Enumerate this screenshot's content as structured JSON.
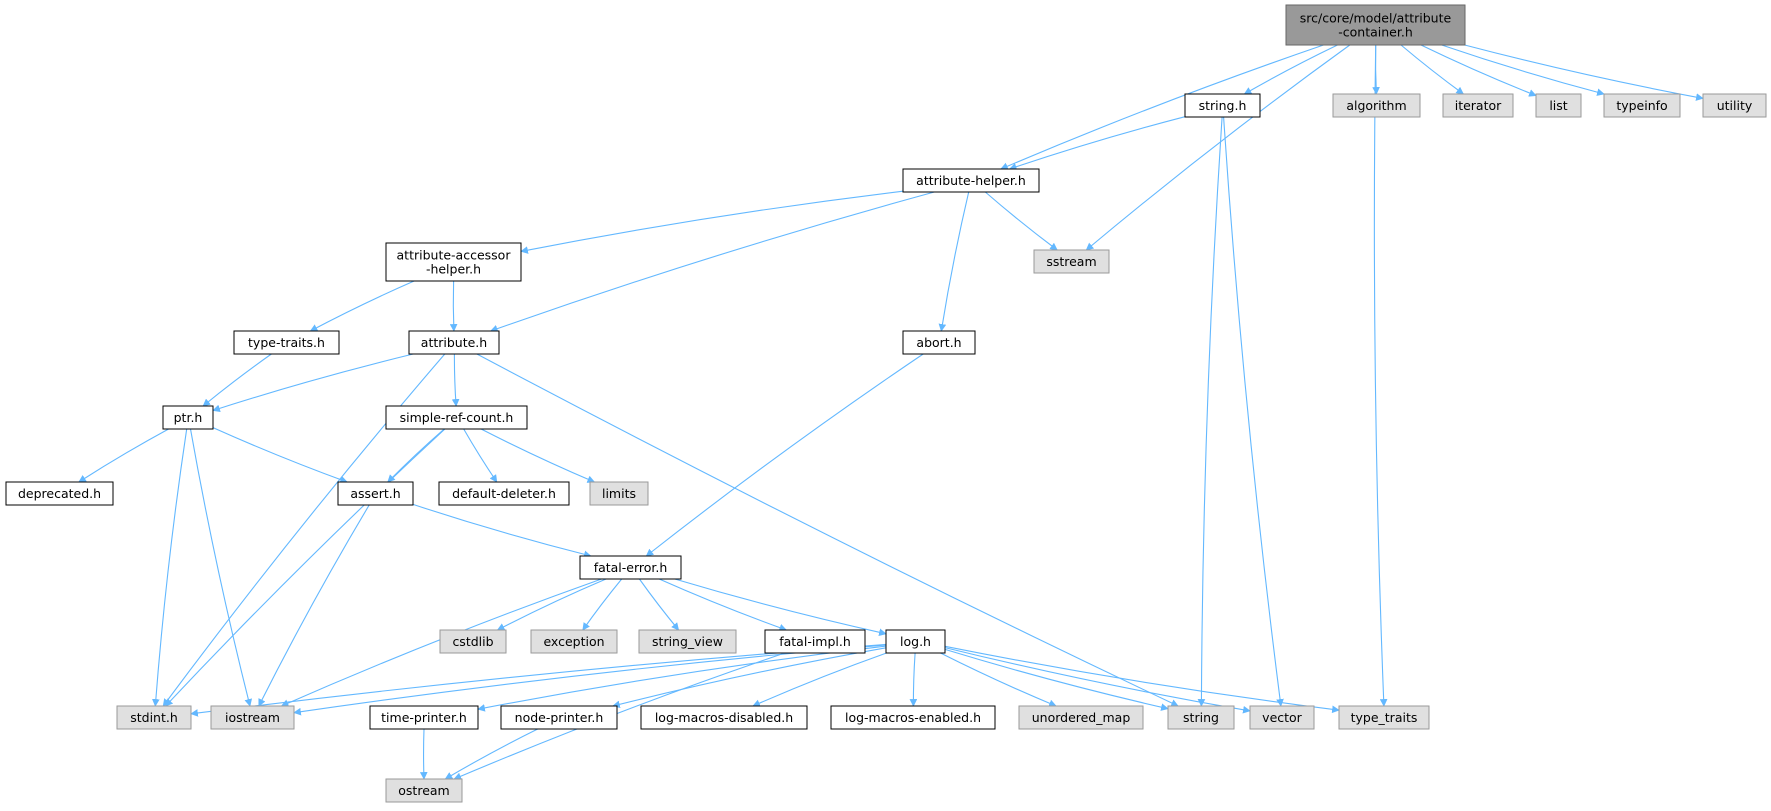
{
  "title": "",
  "colors": {
    "edge": "#63b8ff",
    "root_fill": "#999999",
    "root_stroke": "#666666",
    "file_fill": "#ffffff",
    "file_stroke": "#000000",
    "system_fill": "#e0e0e0",
    "system_stroke": "#999999"
  },
  "nodes": [
    {
      "id": "attribute-container",
      "lines": [
        "src/core/model/attribute",
        "-container.h"
      ],
      "kind": "root"
    },
    {
      "id": "string-h",
      "lines": [
        "string.h"
      ],
      "kind": "file"
    },
    {
      "id": "algorithm",
      "lines": [
        "algorithm"
      ],
      "kind": "system"
    },
    {
      "id": "iterator",
      "lines": [
        "iterator"
      ],
      "kind": "system"
    },
    {
      "id": "list",
      "lines": [
        "list"
      ],
      "kind": "system"
    },
    {
      "id": "typeinfo",
      "lines": [
        "typeinfo"
      ],
      "kind": "system"
    },
    {
      "id": "utility",
      "lines": [
        "utility"
      ],
      "kind": "system"
    },
    {
      "id": "attribute-helper",
      "lines": [
        "attribute-helper.h"
      ],
      "kind": "file"
    },
    {
      "id": "sstream",
      "lines": [
        "sstream"
      ],
      "kind": "system"
    },
    {
      "id": "attribute-accessor-helper",
      "lines": [
        "attribute-accessor",
        "-helper.h"
      ],
      "kind": "file"
    },
    {
      "id": "type-traits-h",
      "lines": [
        "type-traits.h"
      ],
      "kind": "file"
    },
    {
      "id": "attribute-h",
      "lines": [
        "attribute.h"
      ],
      "kind": "file"
    },
    {
      "id": "abort-h",
      "lines": [
        "abort.h"
      ],
      "kind": "file"
    },
    {
      "id": "ptr-h",
      "lines": [
        "ptr.h"
      ],
      "kind": "file"
    },
    {
      "id": "simple-ref-count",
      "lines": [
        "simple-ref-count.h"
      ],
      "kind": "file"
    },
    {
      "id": "deprecated-h",
      "lines": [
        "deprecated.h"
      ],
      "kind": "file"
    },
    {
      "id": "assert-h",
      "lines": [
        "assert.h"
      ],
      "kind": "file"
    },
    {
      "id": "default-deleter",
      "lines": [
        "default-deleter.h"
      ],
      "kind": "file"
    },
    {
      "id": "limits",
      "lines": [
        "limits"
      ],
      "kind": "system"
    },
    {
      "id": "fatal-error",
      "lines": [
        "fatal-error.h"
      ],
      "kind": "file"
    },
    {
      "id": "cstdlib",
      "lines": [
        "cstdlib"
      ],
      "kind": "system"
    },
    {
      "id": "exception",
      "lines": [
        "exception"
      ],
      "kind": "system"
    },
    {
      "id": "string_view",
      "lines": [
        "string_view"
      ],
      "kind": "system"
    },
    {
      "id": "fatal-impl",
      "lines": [
        "fatal-impl.h"
      ],
      "kind": "file"
    },
    {
      "id": "log-h",
      "lines": [
        "log.h"
      ],
      "kind": "file"
    },
    {
      "id": "stdint-h",
      "lines": [
        "stdint.h"
      ],
      "kind": "system"
    },
    {
      "id": "iostream",
      "lines": [
        "iostream"
      ],
      "kind": "system"
    },
    {
      "id": "time-printer",
      "lines": [
        "time-printer.h"
      ],
      "kind": "file"
    },
    {
      "id": "node-printer",
      "lines": [
        "node-printer.h"
      ],
      "kind": "file"
    },
    {
      "id": "log-macros-disabled",
      "lines": [
        "log-macros-disabled.h"
      ],
      "kind": "file"
    },
    {
      "id": "log-macros-enabled",
      "lines": [
        "log-macros-enabled.h"
      ],
      "kind": "file"
    },
    {
      "id": "unordered_map",
      "lines": [
        "unordered_map"
      ],
      "kind": "system"
    },
    {
      "id": "string",
      "lines": [
        "string"
      ],
      "kind": "system"
    },
    {
      "id": "vector",
      "lines": [
        "vector"
      ],
      "kind": "system"
    },
    {
      "id": "type_traits",
      "lines": [
        "type_traits"
      ],
      "kind": "system"
    },
    {
      "id": "ostream",
      "lines": [
        "ostream"
      ],
      "kind": "system"
    }
  ],
  "edges": [
    [
      "attribute-container",
      "attribute-helper"
    ],
    [
      "attribute-container",
      "sstream"
    ],
    [
      "attribute-container",
      "string-h"
    ],
    [
      "attribute-container",
      "type_traits"
    ],
    [
      "attribute-container",
      "algorithm"
    ],
    [
      "attribute-container",
      "iterator"
    ],
    [
      "attribute-container",
      "list"
    ],
    [
      "attribute-container",
      "typeinfo"
    ],
    [
      "attribute-container",
      "utility"
    ],
    [
      "string-h",
      "attribute-helper"
    ],
    [
      "string-h",
      "string"
    ],
    [
      "string-h",
      "vector"
    ],
    [
      "attribute-helper",
      "attribute-accessor-helper"
    ],
    [
      "attribute-helper",
      "attribute-h"
    ],
    [
      "attribute-helper",
      "abort-h"
    ],
    [
      "attribute-helper",
      "sstream"
    ],
    [
      "attribute-accessor-helper",
      "type-traits-h"
    ],
    [
      "attribute-accessor-helper",
      "attribute-h"
    ],
    [
      "type-traits-h",
      "ptr-h"
    ],
    [
      "attribute-h",
      "ptr-h"
    ],
    [
      "attribute-h",
      "simple-ref-count"
    ],
    [
      "attribute-h",
      "stdint-h"
    ],
    [
      "attribute-h",
      "string"
    ],
    [
      "abort-h",
      "fatal-error"
    ],
    [
      "ptr-h",
      "deprecated-h"
    ],
    [
      "ptr-h",
      "assert-h"
    ],
    [
      "ptr-h",
      "stdint-h"
    ],
    [
      "ptr-h",
      "iostream"
    ],
    [
      "simple-ref-count",
      "assert-h"
    ],
    [
      "simple-ref-count",
      "default-deleter"
    ],
    [
      "simple-ref-count",
      "limits"
    ],
    [
      "simple-ref-count",
      "stdint-h"
    ],
    [
      "assert-h",
      "fatal-error"
    ],
    [
      "assert-h",
      "iostream"
    ],
    [
      "fatal-error",
      "cstdlib"
    ],
    [
      "fatal-error",
      "exception"
    ],
    [
      "fatal-error",
      "string_view"
    ],
    [
      "fatal-error",
      "fatal-impl"
    ],
    [
      "fatal-error",
      "log-h"
    ],
    [
      "fatal-error",
      "iostream"
    ],
    [
      "fatal-impl",
      "ostream"
    ],
    [
      "log-h",
      "stdint-h"
    ],
    [
      "log-h",
      "iostream"
    ],
    [
      "log-h",
      "time-printer"
    ],
    [
      "log-h",
      "node-printer"
    ],
    [
      "log-h",
      "log-macros-disabled"
    ],
    [
      "log-h",
      "log-macros-enabled"
    ],
    [
      "log-h",
      "unordered_map"
    ],
    [
      "log-h",
      "string"
    ],
    [
      "log-h",
      "vector"
    ],
    [
      "log-h",
      "type_traits"
    ],
    [
      "time-printer",
      "ostream"
    ],
    [
      "node-printer",
      "ostream"
    ]
  ]
}
